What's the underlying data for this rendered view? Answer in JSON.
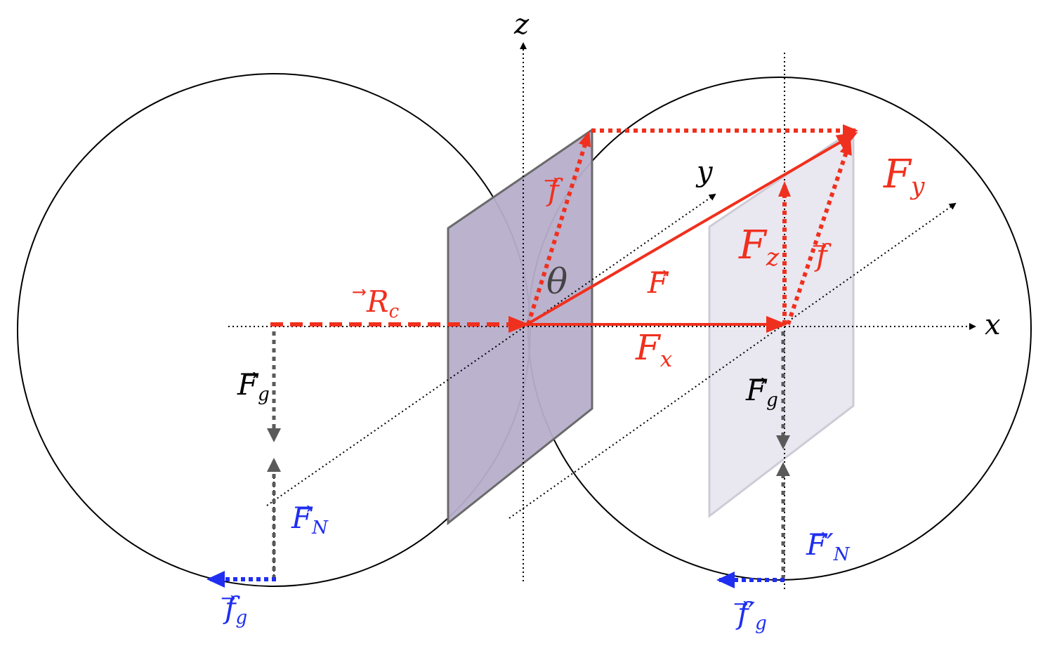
{
  "colors": {
    "force_red": "#f0301e",
    "normal_blue": "#1f2ef0",
    "gravity_gray": "#5a5a5a",
    "axis_black": "#000000",
    "plane_left_fill": "#b7aecb",
    "plane_right_fill": "#e7e4ee"
  },
  "axes": {
    "x": "x",
    "y": "y",
    "z": "z"
  },
  "labels": {
    "theta": "θ",
    "F_vec": "F",
    "R_c": "R",
    "R_c_sub": "c",
    "F_x": "F",
    "F_x_sub": "x",
    "F_y": "F",
    "F_y_sub": "y",
    "F_z": "F",
    "F_z_sub": "z",
    "f_left": "f",
    "f_right": "f",
    "Fg_left": "F",
    "Fg_left_sub": "g",
    "Fg_right": "F",
    "Fg_right_sub": "g",
    "FN_left": "F",
    "FN_left_sub": "N",
    "FN_right": "F",
    "FN_right_prime": "′",
    "FN_right_sub": "N",
    "fg_left": "f",
    "fg_left_sub": "g",
    "fg_right": "f",
    "fg_right_prime": "′",
    "fg_right_sub": "g",
    "vec_arrow": "⃗"
  }
}
